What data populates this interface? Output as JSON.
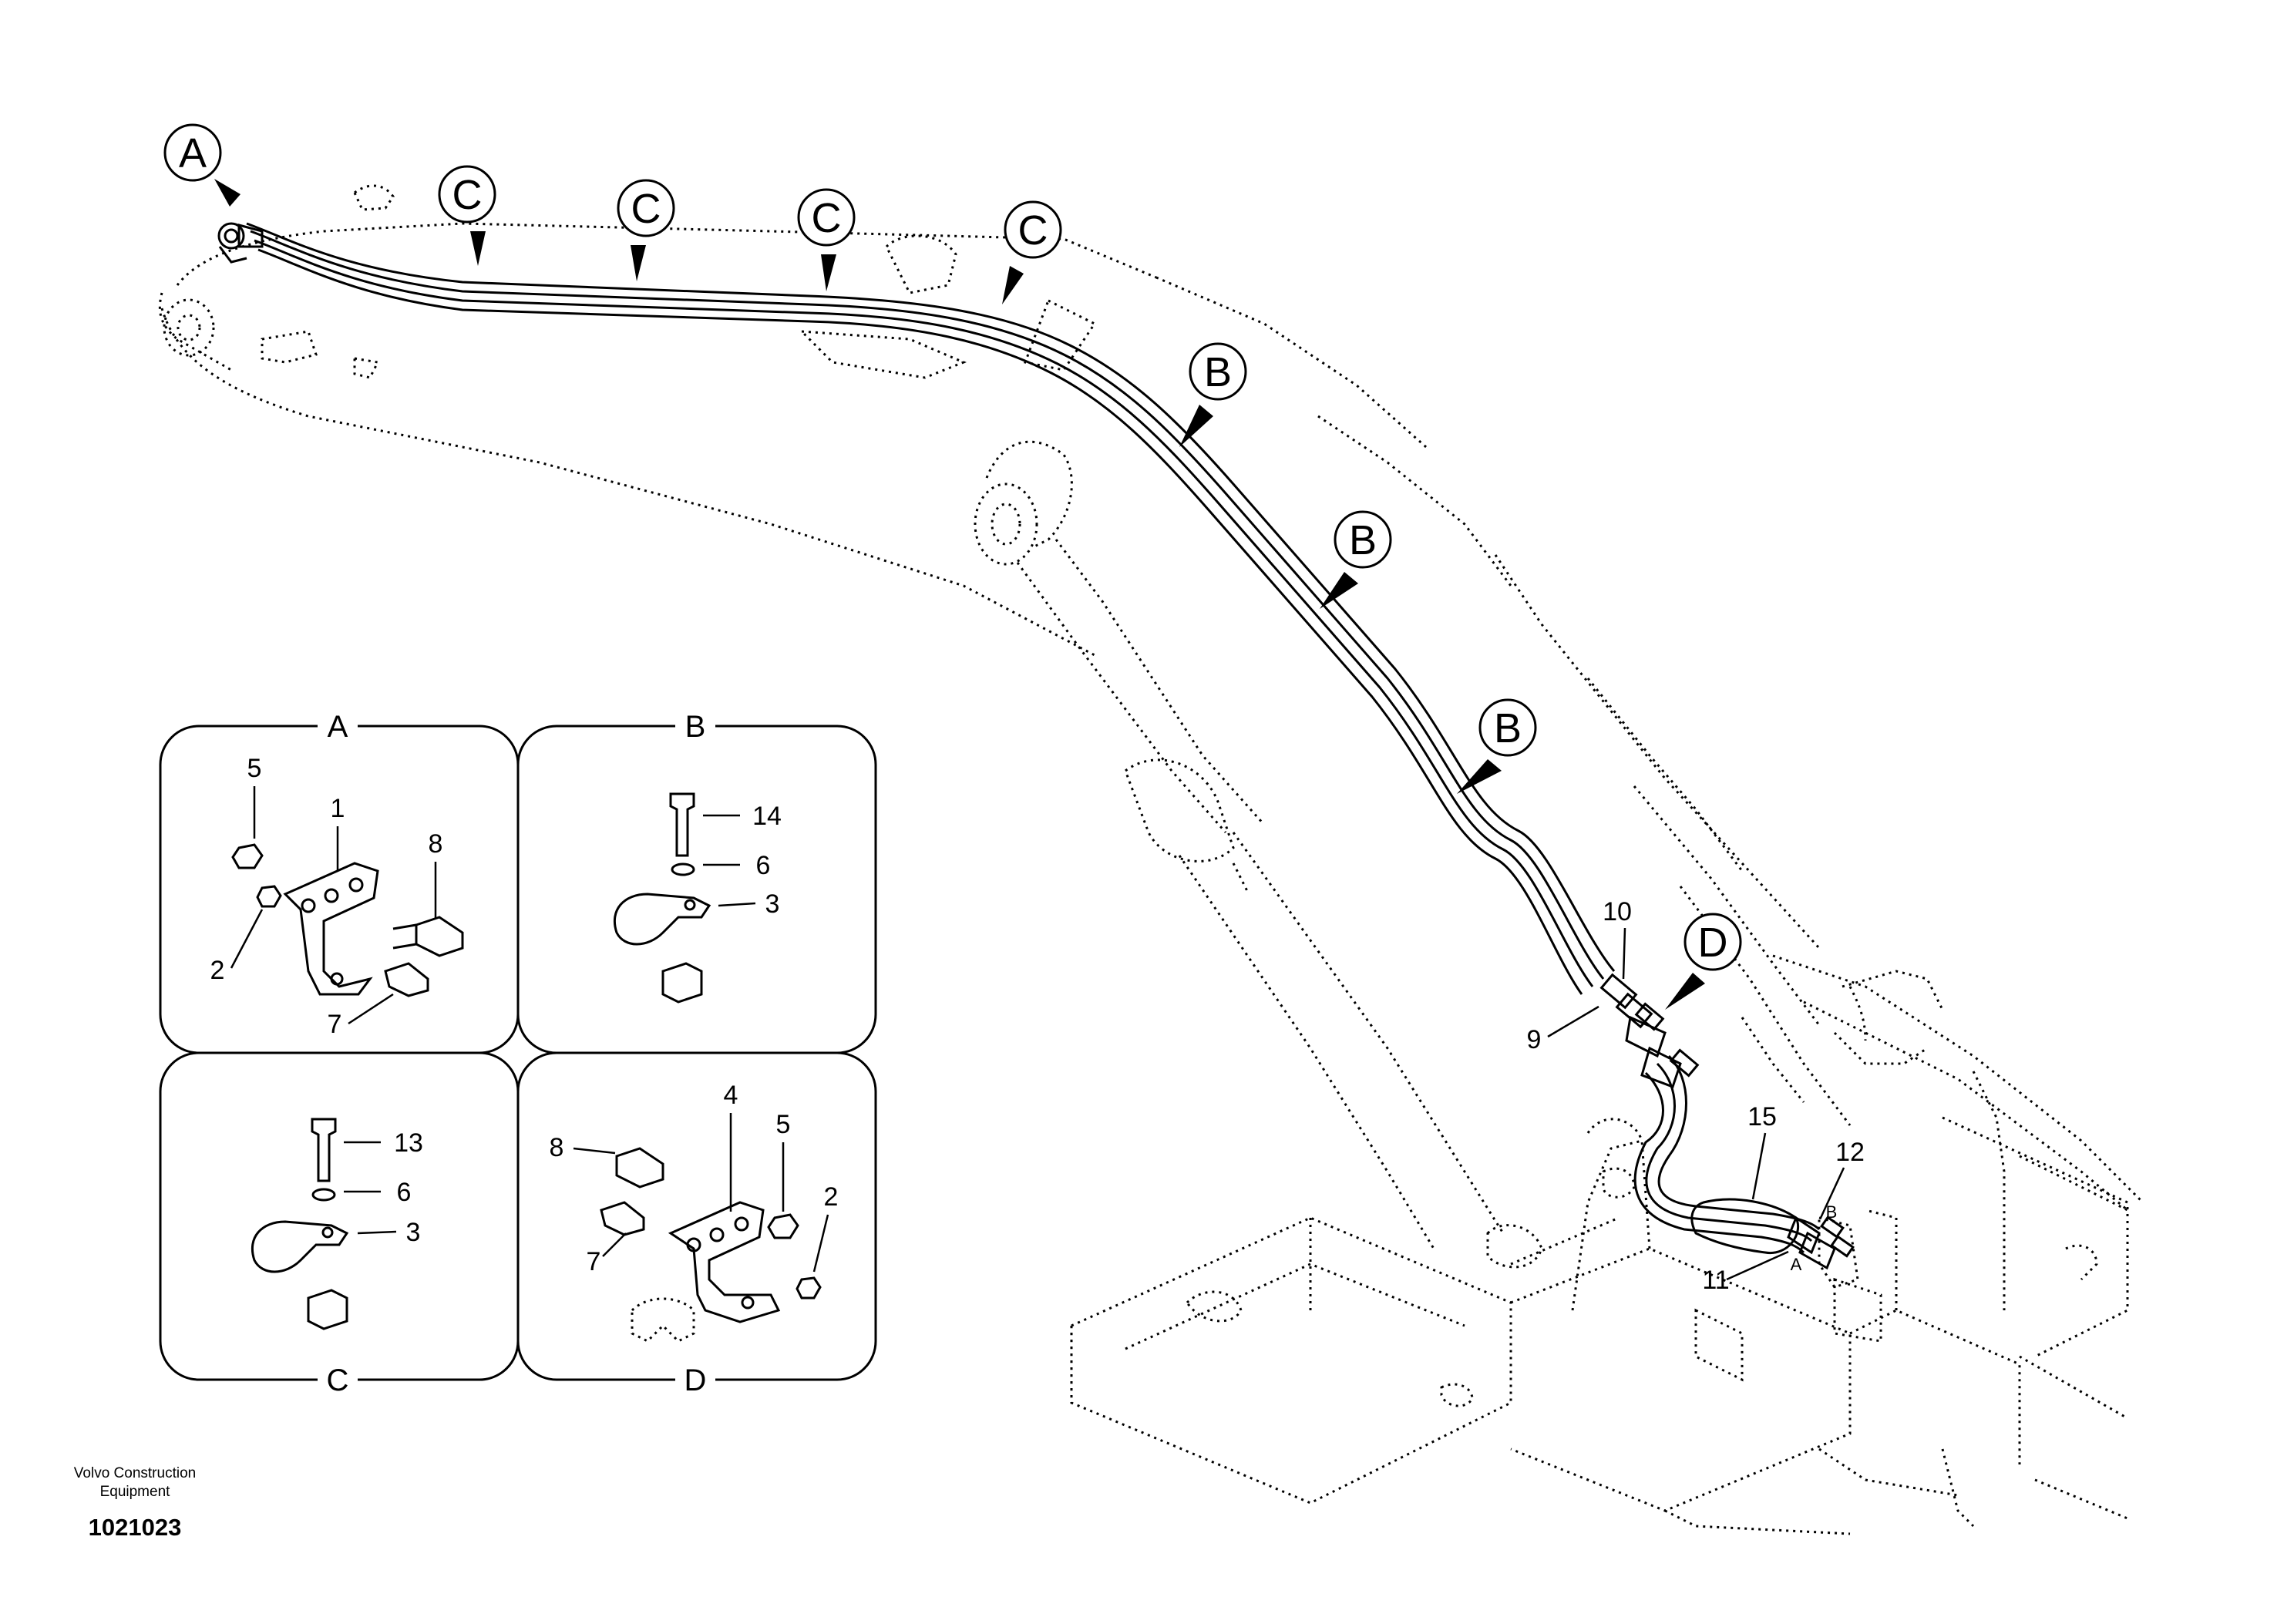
{
  "callouts": {
    "a": "A",
    "b": "B",
    "c": "C",
    "d": "D"
  },
  "panels": {
    "a": {
      "letter": "A",
      "parts": [
        "5",
        "1",
        "8",
        "2",
        "7"
      ]
    },
    "b": {
      "letter": "B",
      "parts": [
        "14",
        "6",
        "3"
      ]
    },
    "c": {
      "letter": "C",
      "parts": [
        "13",
        "6",
        "3"
      ]
    },
    "d": {
      "letter": "D",
      "parts": [
        "4",
        "8",
        "5",
        "2",
        "7"
      ]
    }
  },
  "main_parts": {
    "p9": "9",
    "p10": "10",
    "p11": "11",
    "p12": "12",
    "p15": "15",
    "port_a": "A",
    "port_b": "B"
  },
  "footer": {
    "maker": "Volvo Construction Equipment",
    "doc_number": "1021023"
  },
  "colors": {
    "line": "#000000",
    "background": "#ffffff"
  }
}
